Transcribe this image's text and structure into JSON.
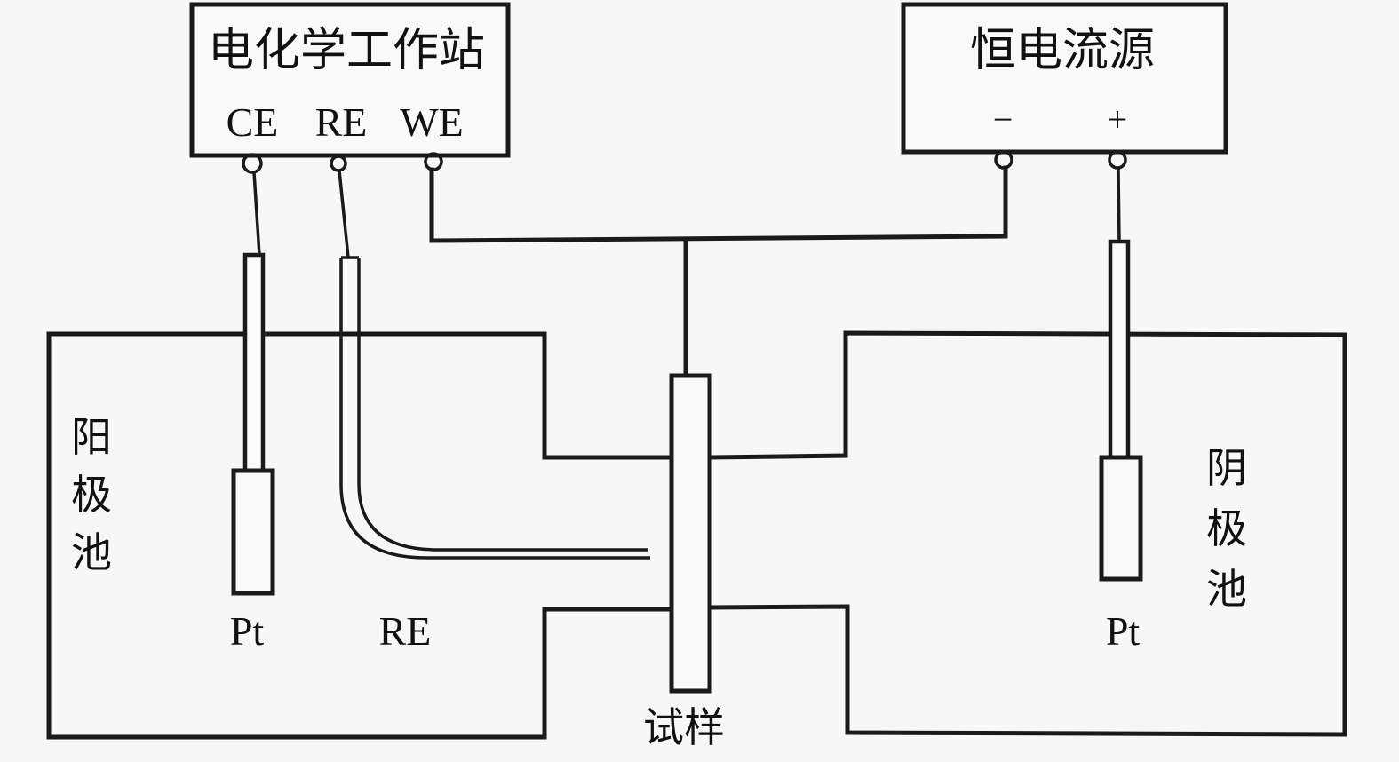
{
  "instruments": {
    "workstation": {
      "title": "电化学工作站",
      "terminals": [
        "CE",
        "RE",
        "WE"
      ]
    },
    "galvanostat": {
      "title": "恒电流源",
      "terminals": [
        "−",
        "+"
      ]
    }
  },
  "cells": {
    "anode": {
      "label_chars": [
        "阳",
        "极",
        "池"
      ]
    },
    "cathode": {
      "label_chars": [
        "阴",
        "极",
        "池"
      ]
    }
  },
  "electrodes": {
    "anode_counter": "Pt",
    "reference": "RE",
    "cathode_counter": "Pt",
    "specimen": "试样"
  }
}
